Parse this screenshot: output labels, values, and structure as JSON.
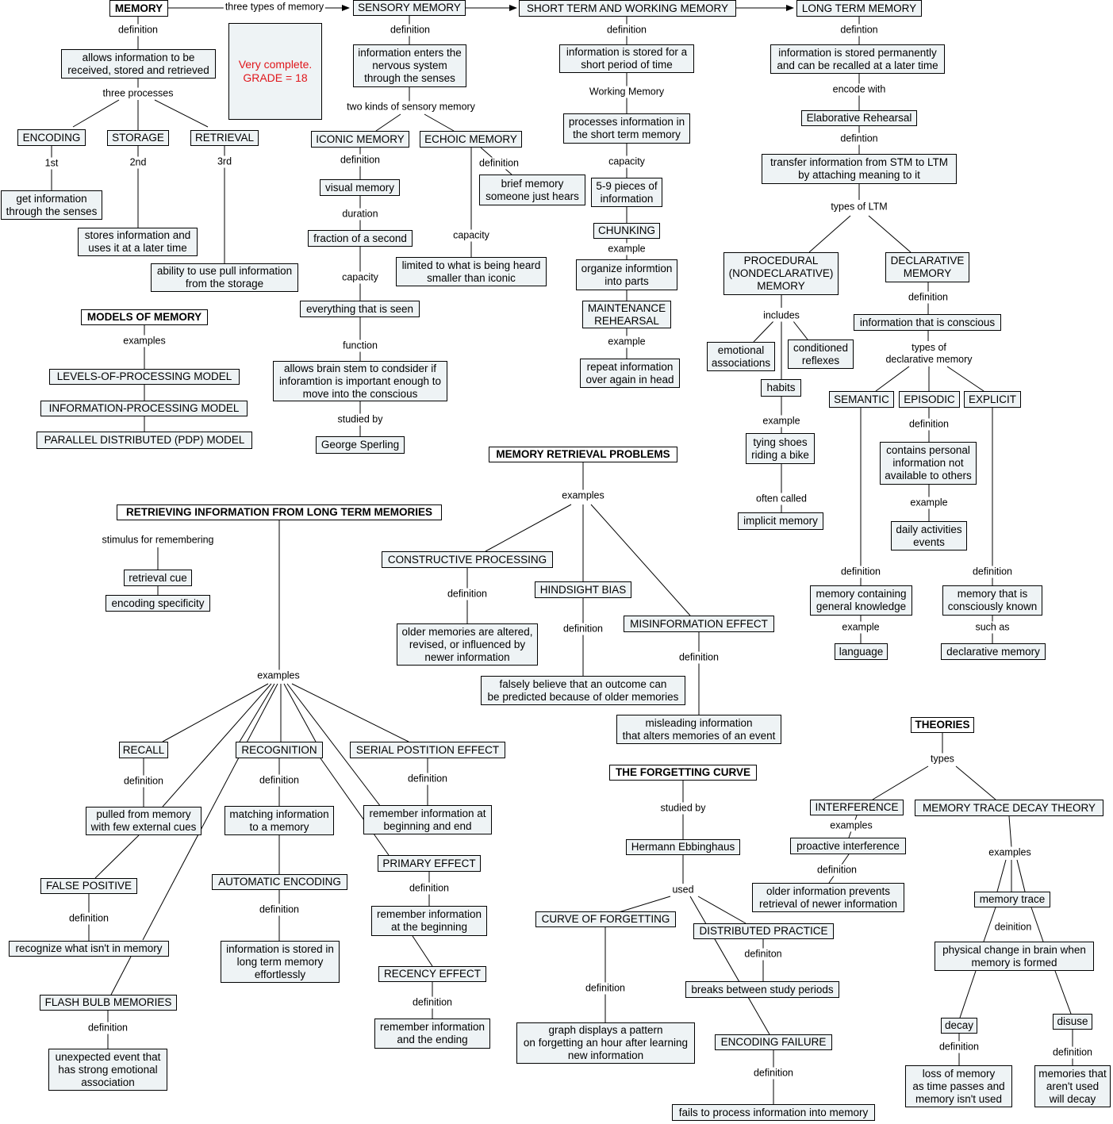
{
  "grade": {
    "line1": "Very complete.",
    "line2": "GRADE = 18"
  },
  "memory": {
    "title": "MEMORY",
    "link_types": "three types of memory",
    "link_definition": "definition",
    "definition": "allows information to be\nreceived, stored and retrieved",
    "link_processes": "three processes",
    "processes": [
      {
        "name": "ENCODING",
        "order": "1st",
        "desc": "get information\nthrough the senses"
      },
      {
        "name": "STORAGE",
        "order": "2nd",
        "desc": "stores information and\nuses it at a later time"
      },
      {
        "name": "RETRIEVAL",
        "order": "3rd",
        "desc": "ability to use pull information\nfrom the storage"
      }
    ]
  },
  "models": {
    "title": "MODELS OF MEMORY",
    "link_examples": "examples",
    "items": [
      "LEVELS-OF-PROCESSING MODEL",
      "INFORMATION-PROCESSING MODEL",
      "PARALLEL DISTRIBUTED (PDP) MODEL"
    ]
  },
  "sensory": {
    "title": "SENSORY MEMORY",
    "link_definition": "definition",
    "definition": "information enters the\nnervous system\nthrough the senses",
    "link_kinds": "two kinds of sensory memory",
    "iconic": {
      "title": "ICONIC MEMORY",
      "link_definition": "definition",
      "definition": "visual memory",
      "link_duration": "duration",
      "duration": "fraction of a second",
      "link_capacity": "capacity",
      "capacity": "everything that is seen",
      "link_function": "function",
      "function": "allows brain stem to condsider if\ninforamtion is important enough to\nmove into the conscious",
      "link_studied": "studied by",
      "studied_by": "George Sperling"
    },
    "echoic": {
      "title": "ECHOIC MEMORY",
      "link_definition": "definition",
      "definition": "brief memory\nsomeone just hears",
      "link_capacity": "capacity",
      "capacity": "limited to what is being heard\nsmaller than iconic"
    }
  },
  "stm": {
    "title": "SHORT TERM AND WORKING MEMORY",
    "link_definition": "definition",
    "definition": "information is stored for a\nshort period of time",
    "link_working": "Working Memory",
    "working": "processes information in\nthe short term memory",
    "link_capacity": "capacity",
    "capacity": "5-9 pieces of\ninformation",
    "chunking": "CHUNKING",
    "link_example1": "example",
    "chunk_example": "organize informtion\ninto parts",
    "maintenance": "MAINTENANCE\nREHEARSAL",
    "link_example2": "example",
    "maint_example": "repeat information\nover again in head"
  },
  "ltm": {
    "title": "LONG TERM MEMORY",
    "link_definition": "defintion",
    "definition": "information is stored permanently\nand can be recalled at a later time",
    "link_encode": "encode with",
    "elaborative": "Elaborative Rehearsal",
    "link_definition2": "defintion",
    "elab_def": "transfer information from STM to LTM\nby attaching meaning to it",
    "link_types": "types of LTM",
    "procedural": {
      "title": "PROCEDURAL\n(NONDECLARATIVE)\nMEMORY",
      "link_includes": "includes",
      "items": [
        "emotional\nassociations",
        "conditioned\nreflexes",
        "habits"
      ],
      "link_example": "example",
      "example": "tying shoes\nriding a bike",
      "link_called": "often called",
      "called": "implicit memory"
    },
    "declarative": {
      "title": "DECLARATIVE\nMEMORY",
      "link_definition": "definition",
      "definition": "information that is conscious",
      "link_types": "types of\ndeclarative memory",
      "semantic": {
        "title": "SEMANTIC",
        "link_definition": "definition",
        "definition": "memory containing\ngeneral knowledge",
        "link_example": "example",
        "example": "language"
      },
      "episodic": {
        "title": "EPISODIC",
        "link_definition": "definition",
        "definition": "contains personal\ninformation not\navailable to others",
        "link_example": "example",
        "example": "daily activities\nevents"
      },
      "explicit": {
        "title": "EXPLICIT",
        "link_definition": "definition",
        "definition": "memory that is\nconsciously known",
        "link_such": "such as",
        "such_as": "declarative memory"
      }
    }
  },
  "retrieving": {
    "title": "RETRIEVING INFORMATION FROM LONG TERM MEMORIES",
    "link_stimulus": "stimulus for remembering",
    "cue": "retrieval cue",
    "specificity": "encoding specificity",
    "link_examples": "examples",
    "recall": "RECALL",
    "link_recall_def": "definition",
    "recall_def": "pulled from memory\nwith few external cues",
    "false_positive": "FALSE POSITIVE",
    "link_fp_def": "definition",
    "fp_def": "recognize what isn't in memory",
    "flash": "FLASH BULB MEMORIES",
    "link_flash_def": "definition",
    "flash_def": "unexpected event that\nhas strong emotional\nassociation",
    "recognition": "RECOGNITION",
    "link_recog_def": "definition",
    "recog_def": "matching information\nto a memory",
    "automatic": "AUTOMATIC ENCODING",
    "link_auto_def": "definition",
    "auto_def": "information is stored in\nlong term memory\neffortlessly",
    "serial": "SERIAL POSTITION EFFECT",
    "link_serial_def": "definition",
    "serial_def": "remember information at\nbeginning and end",
    "primary": "PRIMARY EFFECT",
    "link_primary_def": "definition",
    "primary_def": "remember information\nat the beginning",
    "recency": "RECENCY EFFECT",
    "link_recency_def": "definition",
    "recency_def": "remember information\nand the ending"
  },
  "problems": {
    "title": "MEMORY RETRIEVAL PROBLEMS",
    "link_examples": "examples",
    "constructive": "CONSTRUCTIVE PROCESSING",
    "link_cons_def": "definition",
    "cons_def": "older memories are altered,\nrevised, or influenced by\nnewer information",
    "hindsight": "HINDSIGHT BIAS",
    "link_hind_def": "definition",
    "hind_def": "falsely believe that an outcome can\nbe predicted because of older memories",
    "misinfo": "MISINFORMATION EFFECT",
    "link_mis_def": "definition",
    "mis_def": "misleading information\nthat alters memories of an event"
  },
  "forgetting": {
    "title": "THE FORGETTING CURVE",
    "link_studied": "studied by",
    "ebbinghaus": "Hermann Ebbinghaus",
    "link_used": "used",
    "curve": "CURVE OF FORGETTING",
    "link_curve_def": "definition",
    "curve_def": "graph displays a pattern\non forgetting an hour after learning\nnew information",
    "distributed": "DISTRIBUTED PRACTICE",
    "link_dist_def": "definiton",
    "dist_def": "breaks between study periods",
    "encoding_failure": "ENCODING FAILURE",
    "link_ef_def": "definition",
    "ef_def": "fails to process information into memory"
  },
  "theories": {
    "title": "THEORIES",
    "link_types": "types",
    "interference": "INTERFERENCE",
    "link_int_examples": "examples",
    "proactive": "proactive interference",
    "link_pro_def": "definition",
    "pro_def": "older information prevents\nretrieval of newer information",
    "decay_theory": "MEMORY TRACE DECAY THEORY",
    "link_decay_examples": "examples",
    "trace": "memory trace",
    "link_trace_def": "deinition",
    "trace_def": "physical change in brain when\nmemory is formed",
    "decay": "decay",
    "link_decay_def": "definition",
    "decay_def": "loss of memory\nas time passes and\nmemory isn't used",
    "disuse": "disuse",
    "link_disuse_def": "definition",
    "disuse_def": "memories that\naren't used\nwill decay"
  }
}
